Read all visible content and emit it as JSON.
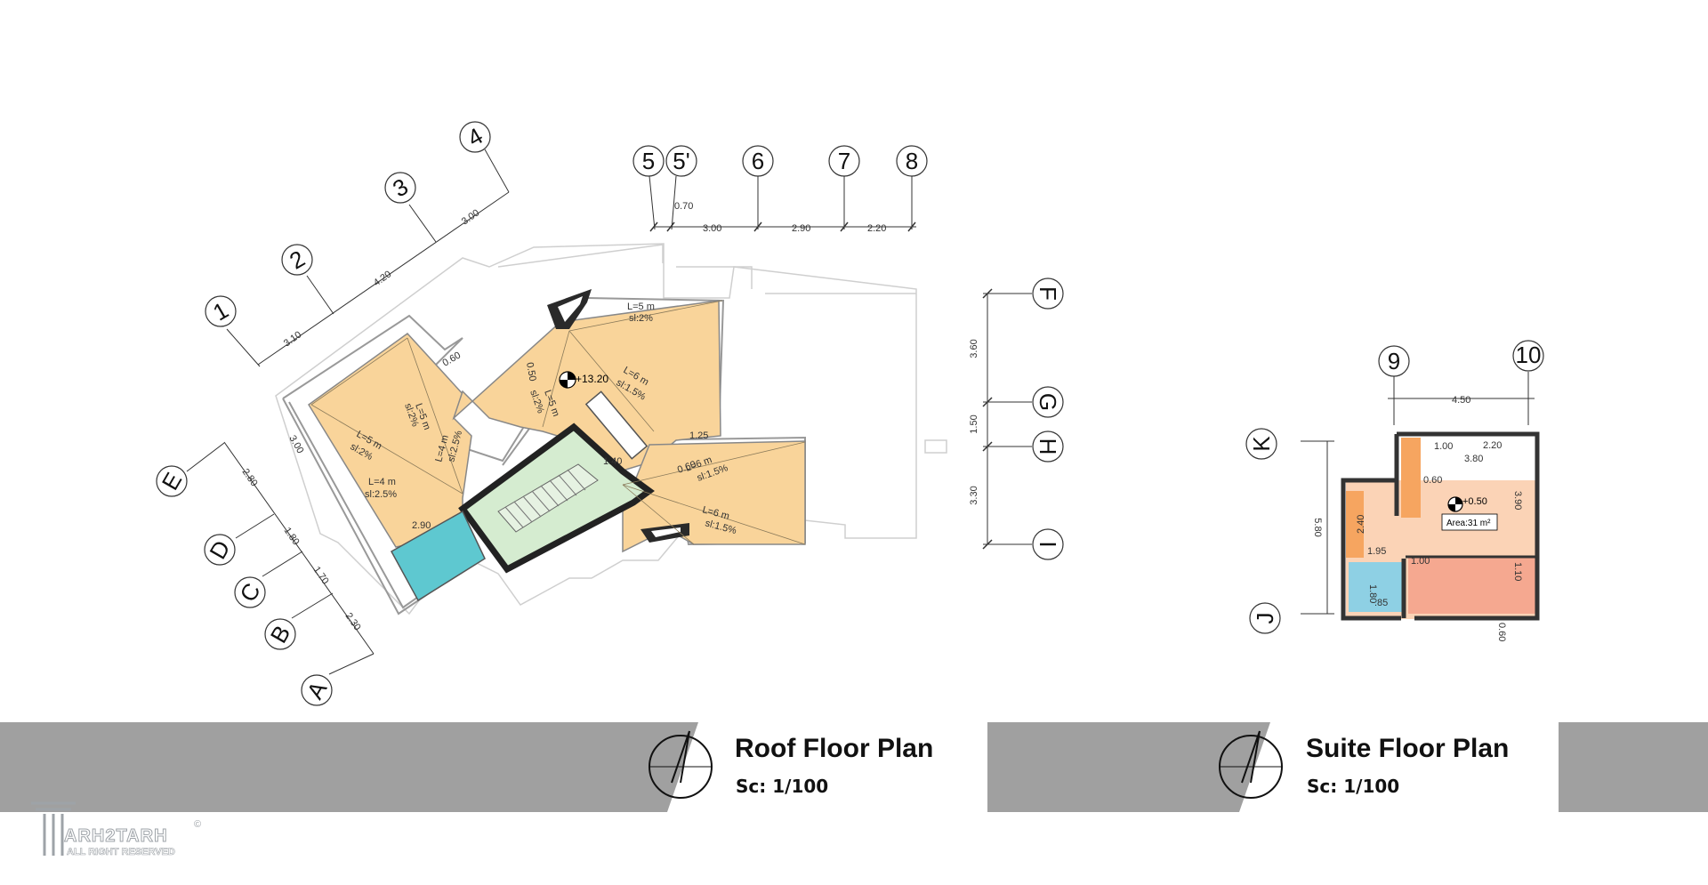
{
  "roof_plan": {
    "title": "Roof Floor Plan",
    "scale": "Sc: 1/100",
    "elevation": "+13.20",
    "axes_top": [
      "5",
      "5'",
      "6",
      "7",
      "8"
    ],
    "dims_top": [
      "0.70",
      "3.00",
      "2.90",
      "2.20"
    ],
    "axes_left_top": [
      "1",
      "2",
      "3",
      "4"
    ],
    "dims_left_top": [
      "3.10",
      "4.20",
      "3.00"
    ],
    "axes_left_bottom": [
      "E",
      "D",
      "C",
      "B",
      "A"
    ],
    "dims_left_bottom": [
      "2.80",
      "1.80",
      "1.70",
      "2.30"
    ],
    "axes_right": [
      "F",
      "G",
      "H",
      "I"
    ],
    "dims_right": [
      "3.60",
      "1.50",
      "3.30"
    ],
    "slope_notes": [
      {
        "l": "L=5 m",
        "s": "sl:2%"
      },
      {
        "l": "L=6 m",
        "s": "sl:1.5%"
      },
      {
        "l": "L=5 m",
        "s": "sl:2%"
      },
      {
        "l": "L=5 m",
        "s": "sl:2%"
      },
      {
        "l": "L=4 m",
        "s": "sl:2.5%"
      },
      {
        "l": "L=5 m",
        "s": "sl:2%"
      },
      {
        "l": "L=4 m",
        "s": "sl:2.5%"
      },
      {
        "l": "L=6 m",
        "s": "sl:1.5%"
      },
      {
        "l": "L=6 m",
        "s": "sl:1.5%"
      }
    ],
    "inner_dims": [
      "0.60",
      "0.50",
      "1.25",
      "1.40",
      "0.60",
      "3.00",
      "2.90"
    ]
  },
  "suite_plan": {
    "title": "Suite Floor Plan",
    "scale": "Sc: 1/100",
    "elevation": "+0.50",
    "area": "Area:31 m²",
    "axes_top": [
      "9",
      "10"
    ],
    "dim_top": "4.50",
    "axes_left": [
      "K",
      "J"
    ],
    "dim_left": "5.80",
    "inner_dims": [
      "1.00",
      "2.20",
      "3.80",
      "0.60",
      "3.90",
      "2.40",
      "1.95",
      "1.00",
      "1.10",
      "1.80",
      ".85",
      "0.60"
    ]
  },
  "logo": {
    "text": "ARH2TARH",
    "sub": "ALL RIGHT RESERVED",
    "mark": "©"
  },
  "colors": {
    "roof": "#f9d49a",
    "stair": "#d5ecd0",
    "pool": "#5ec8d0",
    "band": "#a0a0a0",
    "suite_peach": "#fbd3b6",
    "suite_orange": "#f6a560",
    "suite_salmon": "#f5a890",
    "suite_blue": "#8ed0e4"
  }
}
